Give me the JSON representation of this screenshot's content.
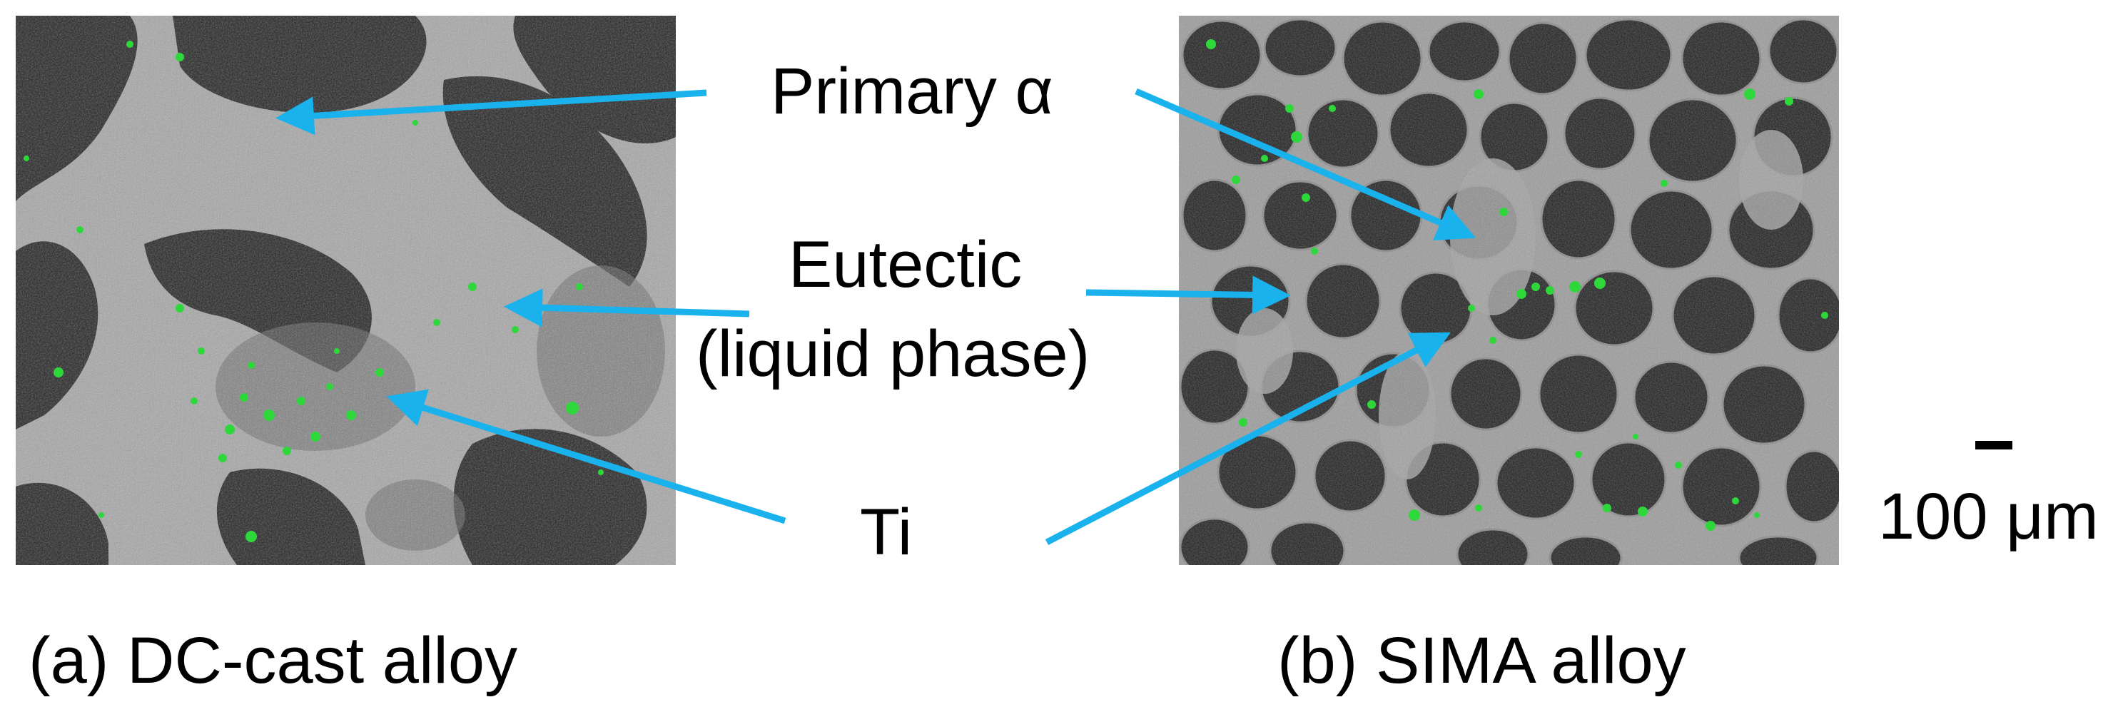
{
  "figure": {
    "panels": [
      {
        "id": "a",
        "caption": "(a) DC-cast alloy"
      },
      {
        "id": "b",
        "caption": "(b) SIMA alloy"
      }
    ],
    "annotations": {
      "primary": "Primary α",
      "eutectic_line1": "Eutectic",
      "eutectic_line2": "(liquid phase)",
      "ti": "Ti"
    },
    "scale_bar": {
      "label": "100 μm"
    },
    "colors": {
      "arrow": "#1ab2ec",
      "ti_particles": "#2fd83a",
      "matrix_light": "#a8a8a8",
      "matrix_dark": "#1e1e1e"
    }
  }
}
